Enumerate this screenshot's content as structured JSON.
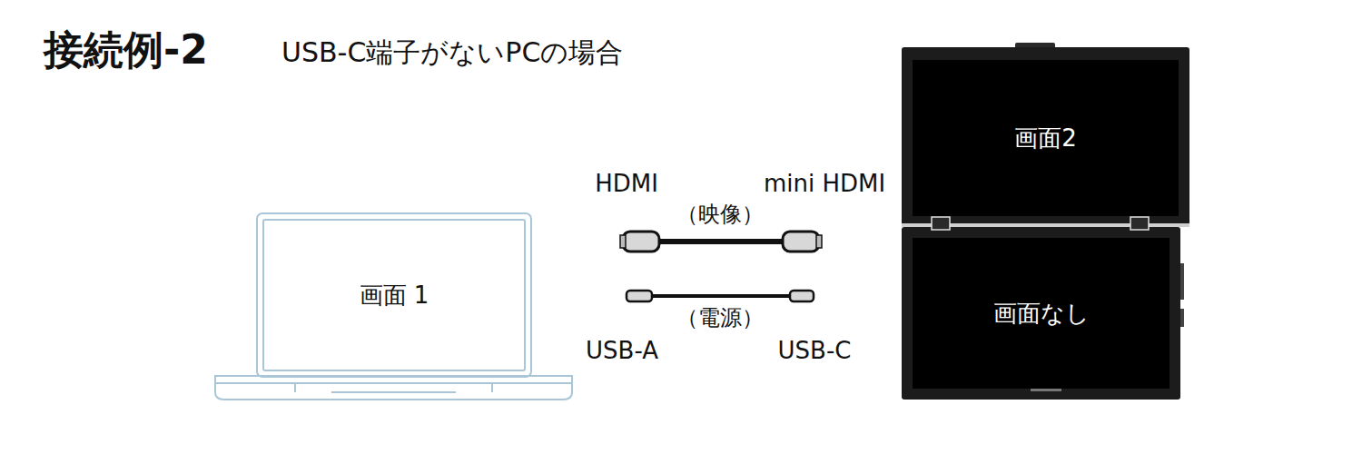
{
  "diagram": {
    "title": "接続例-2",
    "nodes": [
      {
        "text": [
          "画面 1"
        ]
      },
      {
        "text": [
          "画面2"
        ]
      },
      {
        "text": [
          "画面なし"
        ]
      }
    ],
    "labels": [
      "USB-C端子がないPCの場合",
      "HDMI",
      "mini HDMI",
      "（映像）",
      "（電源）",
      "USB-A",
      "USB-C"
    ]
  }
}
